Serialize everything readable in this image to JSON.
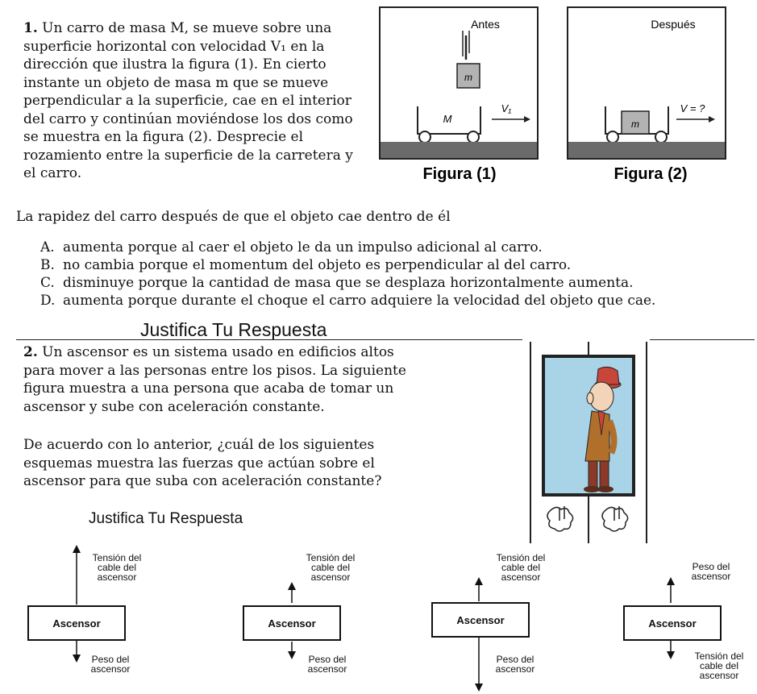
{
  "q1": {
    "number": "1.",
    "text": "Un carro de masa M, se mueve sobre una superficie horizontal con velocidad V₁ en la dirección que ilustra la figura (1). En cierto instante un objeto de masa m que se mueve perpendicular a la superficie, cae en el interior del carro y continúan moviéndose los dos como se muestra en la figura (2). Desprecie el rozamiento entre la superficie de la carretera y el carro.",
    "figure1": {
      "tag": "Antes",
      "mass_small": "m",
      "mass_big": "M",
      "velocity": "V₁",
      "caption": "Figura (1)"
    },
    "figure2": {
      "tag": "Después",
      "mass_small": "m",
      "velocity": "V = ?",
      "caption": "Figura (2)"
    },
    "stem": "La rapidez del carro después de que el objeto cae dentro de él",
    "options": [
      {
        "letter": "A.",
        "text": "aumenta porque al caer el objeto le da un impulso adicional al carro."
      },
      {
        "letter": "B.",
        "text": "no cambia porque el momentum del objeto es perpendicular al del carro."
      },
      {
        "letter": "C.",
        "text": "disminuye porque la cantidad de masa que se desplaza horizontalmente aumenta."
      },
      {
        "letter": "D.",
        "text": "aumenta porque durante el choque el carro adquiere la velocidad del objeto que cae."
      }
    ],
    "justify": "Justifica Tu Respuesta"
  },
  "q2": {
    "number": "2.",
    "text": "Un ascensor es un sistema usado en edificios altos para mover a las personas entre los pisos. La siguiente figura muestra a una persona que acaba de tomar un ascensor y sube con aceleración constante.",
    "question": "De acuerdo con lo anterior, ¿cuál de los siguientes esquemas muestra las fuerzas que actúan sobre el ascensor para que suba con aceleración constante?",
    "justify": "Justifica Tu Respuesta",
    "diagrams": [
      {
        "top_label": "Tensión del cable del ascensor",
        "box": "Ascensor",
        "bottom_label": "Peso del ascensor"
      },
      {
        "top_label": "Tensión del cable del ascensor",
        "box": "Ascensor",
        "bottom_label": "Peso del ascensor"
      },
      {
        "top_label": "Tensión del cable del ascensor",
        "box": "Ascensor",
        "bottom_label": "Peso del ascensor"
      },
      {
        "top_label": "Peso del ascensor",
        "box": "Ascensor",
        "bottom_label": "Tensión del cable del ascensor"
      }
    ]
  },
  "colors": {
    "ground": "#6b6b6b",
    "box_fill": "#b3b3b3",
    "elevator_bg": "#a9d3e6",
    "hat": "#c8453a",
    "coat": "#b0702c"
  }
}
